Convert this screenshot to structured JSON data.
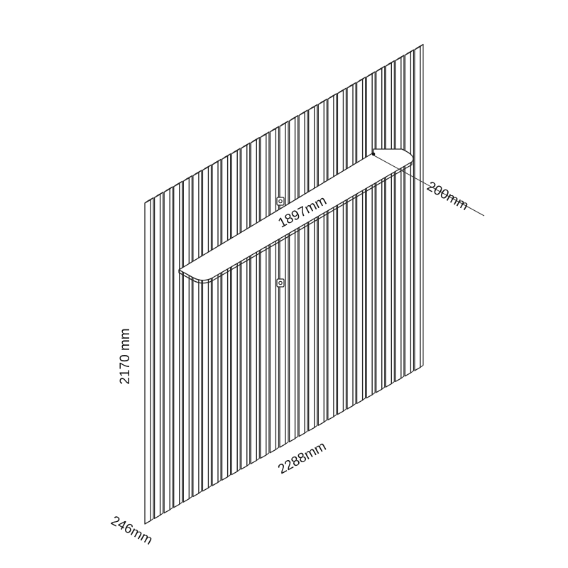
{
  "dimensions": {
    "height": "2170 mm",
    "width": "2288mm",
    "depth": "246mm",
    "shelf_length": "1897mm",
    "shelf_depth": "200mm"
  },
  "colors": {
    "line": "#222222",
    "background": "#ffffff"
  },
  "panel": {
    "slat_count": 29,
    "bracket_icons": [
      "bracket-icon",
      "bracket-icon"
    ]
  }
}
